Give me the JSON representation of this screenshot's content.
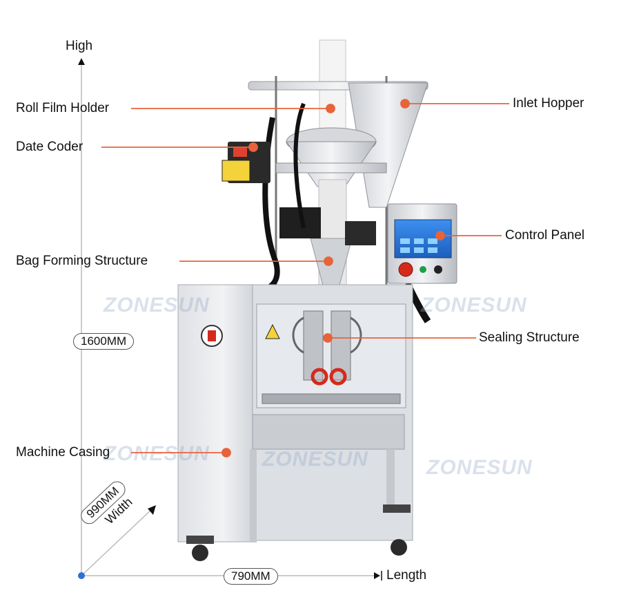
{
  "dimensions": {
    "height_axis_label": "High",
    "height_value": "1600MM",
    "width_axis_label": "Width",
    "width_value": "990MM",
    "length_axis_label": "Length",
    "length_value": "790MM"
  },
  "callouts": {
    "roll_film_holder": "Roll Film Holder",
    "date_coder": "Date Coder",
    "bag_forming_structure": "Bag Forming Structure",
    "machine_casing": "Machine Casing",
    "inlet_hopper": "Inlet Hopper",
    "control_panel": "Control Panel",
    "sealing_structure": "Sealing Structure"
  },
  "watermark": "ZONESUN",
  "colors": {
    "callout_line": "#e8633a",
    "axis_line": "#bbbbbb",
    "axis_dot": "#2f6fd6",
    "machine_body": "#e9ebee",
    "screen": "#2f7fe0",
    "emergency_stop": "#d42a1c"
  }
}
